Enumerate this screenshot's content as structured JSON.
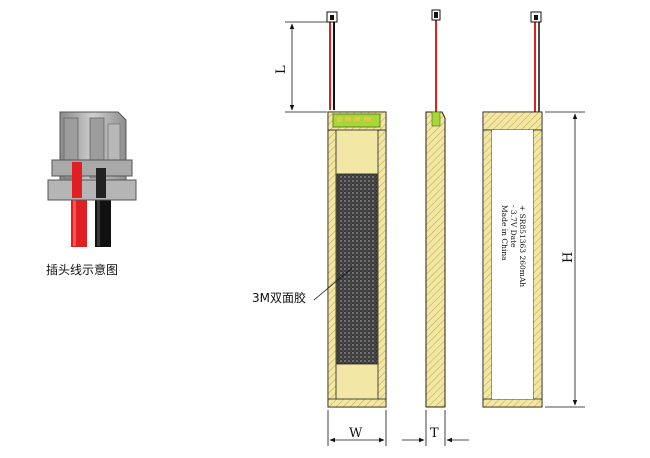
{
  "connector_caption": "插头线示意图",
  "adhesive_label": "3M双面胶",
  "dimensions": {
    "L": "L",
    "H": "H",
    "W": "W",
    "T": "T"
  },
  "battery_label": {
    "line1": "+ SR851363 260mAh",
    "line2": "- 3.7V Date",
    "line3": "Made in China"
  },
  "colors": {
    "body_fill": "#f3e7a6",
    "hatch": "#c8ae47",
    "pcb_green": "#a6d83a",
    "wire_red": "#e02020",
    "wire_black": "#111111",
    "adhesive": "#2c2c2c"
  }
}
